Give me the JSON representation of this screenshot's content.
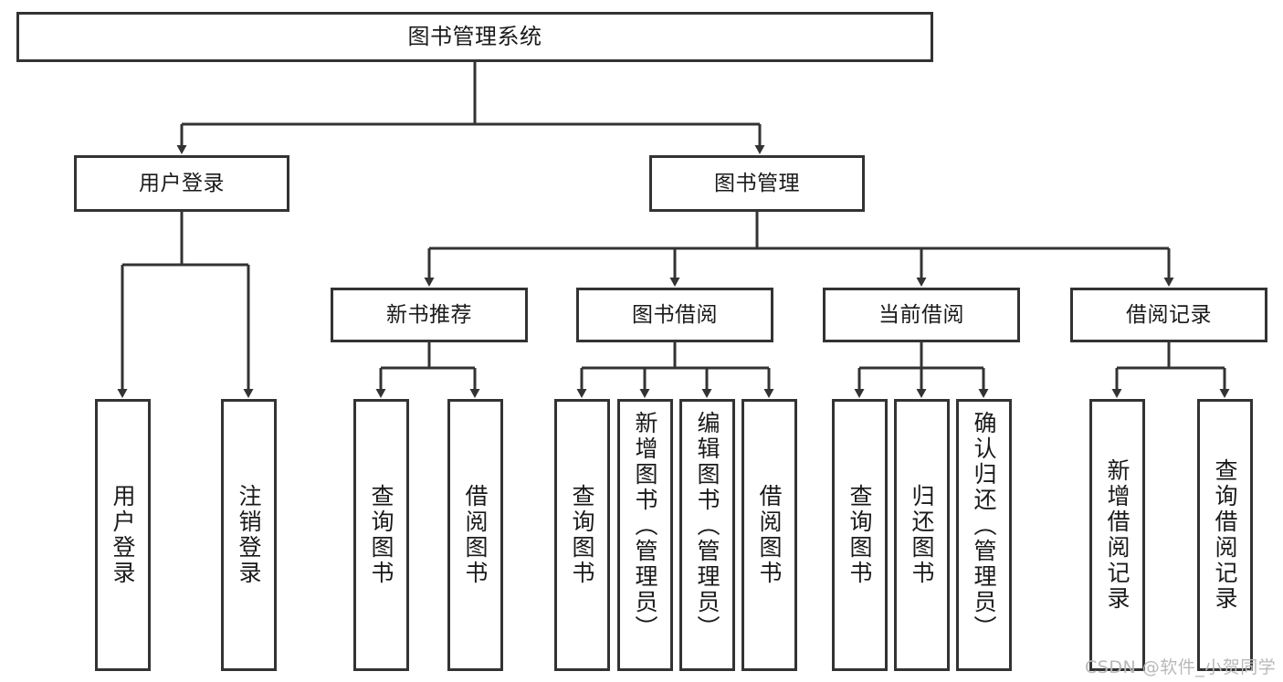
{
  "diagram": {
    "title": "图书管理系统",
    "type": "tree-hierarchy",
    "root": {
      "id": "root",
      "label": "图书管理系统",
      "orientation": "horizontal"
    },
    "level2": [
      {
        "id": "user-login",
        "label": "用户登录",
        "orientation": "horizontal"
      },
      {
        "id": "book-management",
        "label": "图书管理",
        "orientation": "horizontal"
      }
    ],
    "level3": [
      {
        "id": "new-book-recommend",
        "label": "新书推荐",
        "orientation": "horizontal",
        "parent": "book-management"
      },
      {
        "id": "book-borrow",
        "label": "图书借阅",
        "orientation": "horizontal",
        "parent": "book-management"
      },
      {
        "id": "current-borrow",
        "label": "当前借阅",
        "orientation": "horizontal",
        "parent": "book-management"
      },
      {
        "id": "borrow-record",
        "label": "借阅记录",
        "orientation": "horizontal",
        "parent": "book-management"
      }
    ],
    "leaves": [
      {
        "id": "leaf-user-login",
        "label": "用户登录",
        "parent": "user-login",
        "orientation": "vertical"
      },
      {
        "id": "leaf-logout-login",
        "label": "注销登录",
        "parent": "user-login",
        "orientation": "vertical"
      },
      {
        "id": "leaf-query-book-1",
        "label": "查询图书",
        "parent": "new-book-recommend",
        "orientation": "vertical"
      },
      {
        "id": "leaf-borrow-book-1",
        "label": "借阅图书",
        "parent": "new-book-recommend",
        "orientation": "vertical"
      },
      {
        "id": "leaf-query-book-2",
        "label": "查询图书",
        "parent": "book-borrow",
        "orientation": "vertical"
      },
      {
        "id": "leaf-add-book",
        "label": "新增图书（管理员）",
        "parent": "book-borrow",
        "orientation": "vertical"
      },
      {
        "id": "leaf-edit-book",
        "label": "编辑图书（管理员）",
        "parent": "book-borrow",
        "orientation": "vertical"
      },
      {
        "id": "leaf-borrow-book-2",
        "label": "借阅图书",
        "parent": "book-borrow",
        "orientation": "vertical"
      },
      {
        "id": "leaf-query-book-3",
        "label": "查询图书",
        "parent": "current-borrow",
        "orientation": "vertical"
      },
      {
        "id": "leaf-return-book",
        "label": "归还图书",
        "parent": "current-borrow",
        "orientation": "vertical"
      },
      {
        "id": "leaf-confirm-return",
        "label": "确认归还（管理员）",
        "parent": "current-borrow",
        "orientation": "vertical"
      },
      {
        "id": "leaf-add-record",
        "label": "新增借阅记录",
        "parent": "borrow-record",
        "orientation": "vertical"
      },
      {
        "id": "leaf-query-record",
        "label": "查询借阅记录",
        "parent": "borrow-record",
        "orientation": "vertical"
      }
    ]
  },
  "watermark": {
    "text": "CSDN @软件_小贺同学"
  },
  "colors": {
    "stroke": "#333333",
    "box_fill": "#ffffff",
    "text": "#1a1a1a",
    "watermark": "#b9b9b9",
    "background": "#ffffff"
  }
}
